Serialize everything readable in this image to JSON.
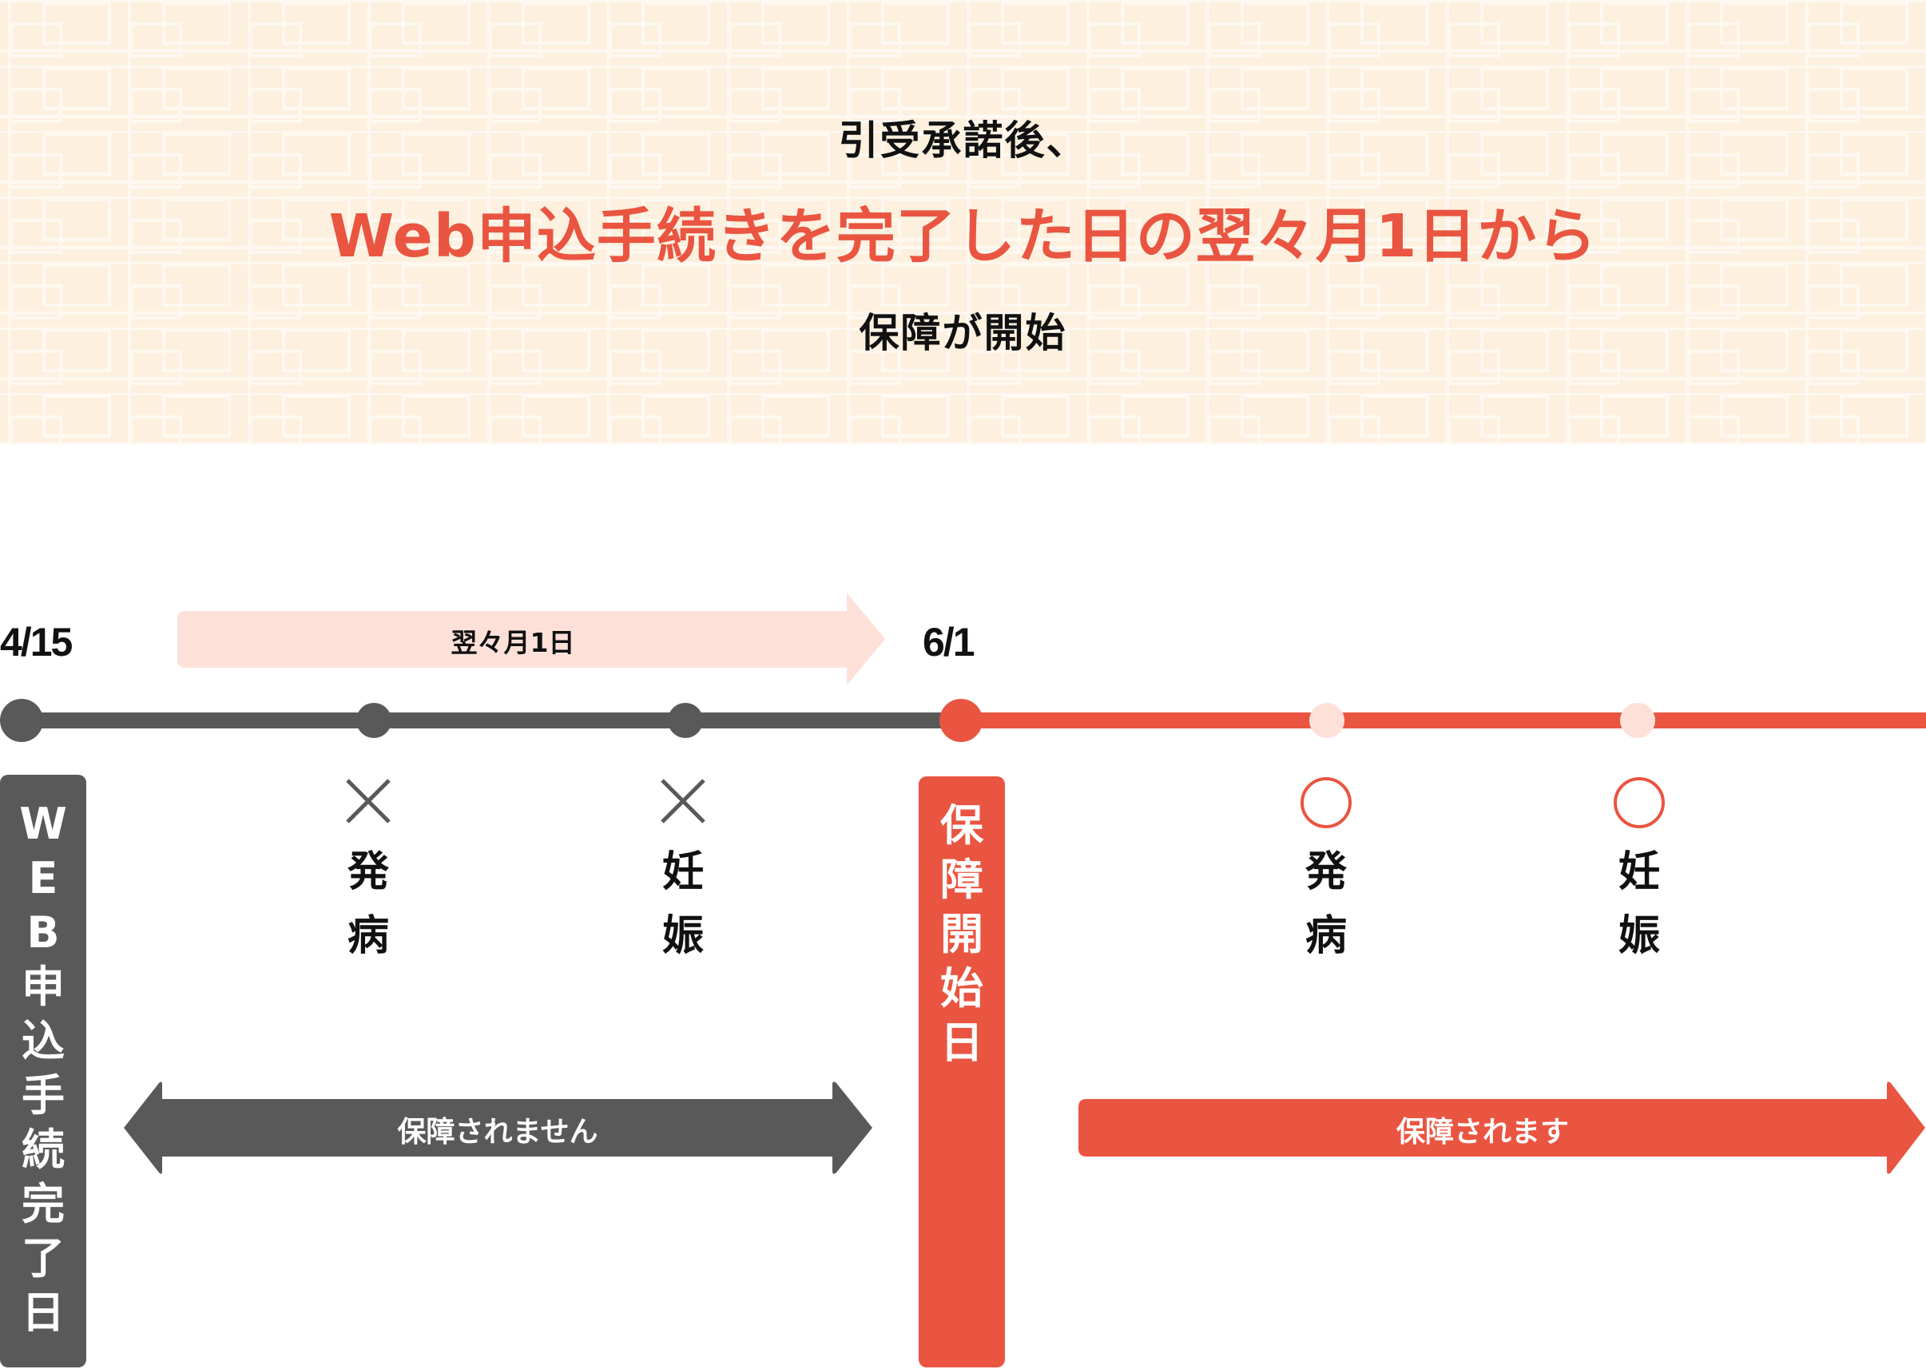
{
  "banner": {
    "line1": "引受承諾後、",
    "line2": "Web申込手続きを完了した日の翌々月1日から",
    "line3": "保障が開始",
    "background_color": "#fdf0de",
    "accent_color": "#e95541"
  },
  "timeline": {
    "start_date": "4/15",
    "start_of_coverage_date": "6/1",
    "period_arrow_label": "翌々月1日",
    "colors": {
      "not_covered": "#595959",
      "covered": "#e95541",
      "pale": "#fde1d9"
    },
    "not_covered_events": [
      {
        "mark": "×",
        "chars": [
          "発",
          "病"
        ]
      },
      {
        "mark": "×",
        "chars": [
          "妊",
          "娠"
        ]
      }
    ],
    "covered_events": [
      {
        "mark": "○",
        "chars": [
          "発",
          "病"
        ]
      },
      {
        "mark": "○",
        "chars": [
          "妊",
          "娠"
        ]
      }
    ],
    "web_complete_box": {
      "chars": [
        "W",
        "E",
        "B",
        "申",
        "込",
        "手",
        "続",
        "完",
        "了",
        "日"
      ]
    },
    "coverage_start_box": {
      "chars": [
        "保",
        "障",
        "開",
        "始",
        "日"
      ]
    },
    "not_covered_arrow_label": "保障されません",
    "covered_arrow_label": "保障されます"
  }
}
